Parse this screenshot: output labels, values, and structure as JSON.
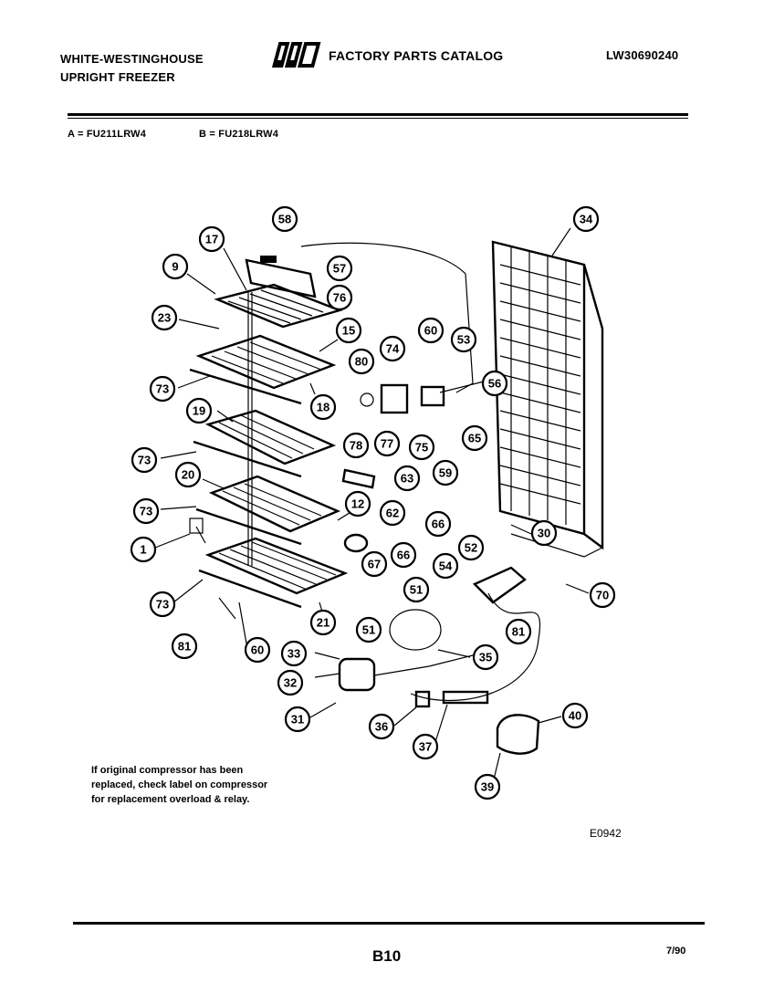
{
  "header": {
    "brand_line1": "WHITE-WESTINGHOUSE",
    "brand_line2": "UPRIGHT FREEZER",
    "logo_text": "WCI",
    "catalog_title": "FACTORY PARTS CATALOG",
    "doc_number": "LW30690240"
  },
  "models": {
    "a": "A = FU211LRW4",
    "b": "B = FU218LRW4"
  },
  "callouts": [
    "58",
    "17",
    "9",
    "57",
    "76",
    "23",
    "15",
    "73",
    "18",
    "60",
    "53",
    "74",
    "80",
    "56",
    "19",
    "78",
    "77",
    "75",
    "65",
    "73",
    "63",
    "59",
    "20",
    "62",
    "73",
    "12",
    "66",
    "1",
    "30",
    "52",
    "66",
    "67",
    "54",
    "70",
    "73",
    "51",
    "81",
    "51",
    "81",
    "21",
    "60",
    "33",
    "35",
    "32",
    "31",
    "36",
    "37",
    "40",
    "39",
    "34"
  ],
  "note": {
    "line1": "If original compressor has been",
    "line2": "replaced, check label on compressor",
    "line3": "for replacement overload & relay."
  },
  "figure_code": "E0942",
  "footer": {
    "page": "B10",
    "date": "7/90"
  }
}
